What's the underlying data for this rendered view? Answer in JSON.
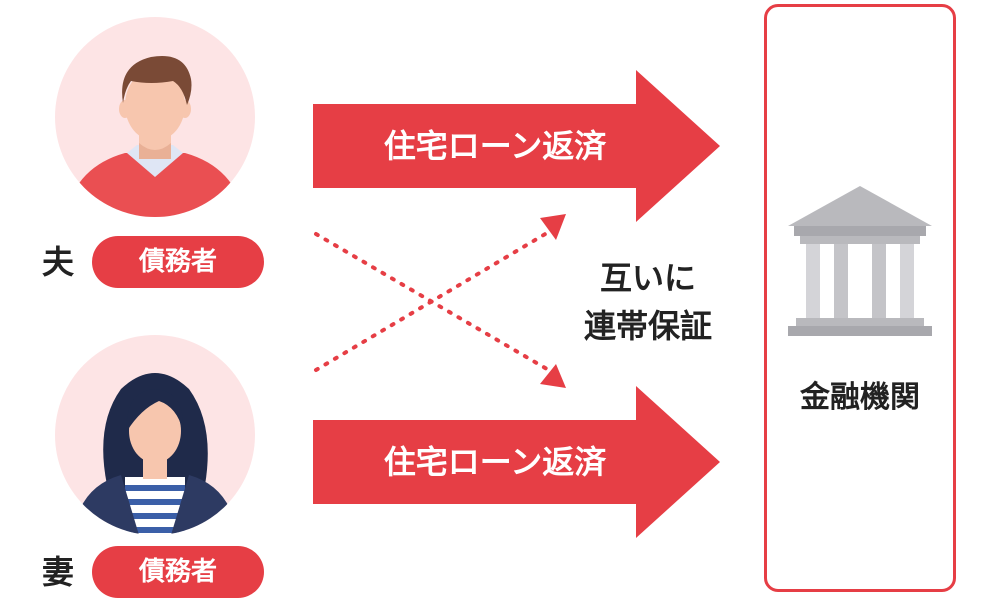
{
  "people": [
    {
      "name": "夫",
      "role": "債務者"
    },
    {
      "name": "妻",
      "role": "債務者"
    }
  ],
  "arrows": [
    {
      "label": "住宅ローン返済"
    },
    {
      "label": "住宅ローン返済"
    }
  ],
  "guarantee": {
    "line1": "互いに",
    "line2": "連帯保証"
  },
  "institution": {
    "label": "金融機関"
  },
  "colors": {
    "accent": "#e63e45",
    "avatar_bg": "#fde4e5",
    "bank_gray": "#b9b9bd"
  }
}
